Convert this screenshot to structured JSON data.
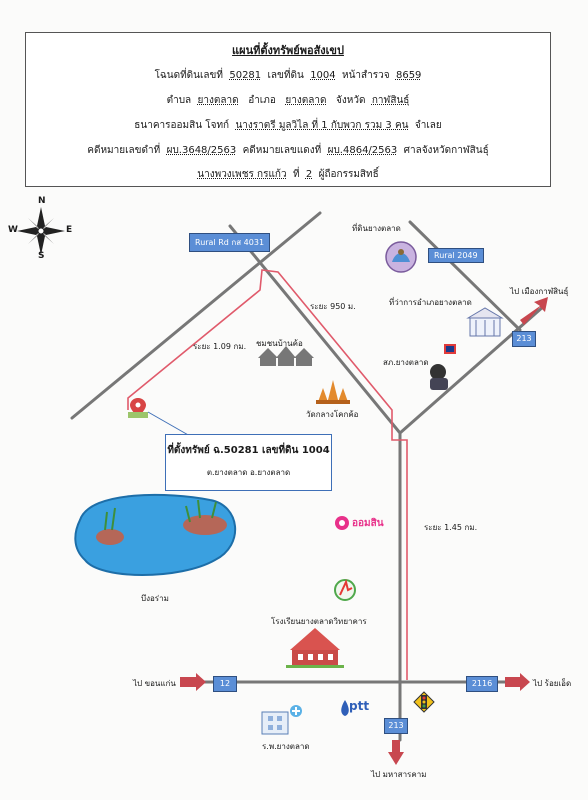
{
  "header": {
    "title": "แผนที่ตั้งทรัพย์พอสังเขป",
    "line1": {
      "a": "โฉนดที่ดินเลขที่",
      "deed_no": "50281",
      "b": "เลขที่ดิน",
      "land_no": "1004",
      "c": "หน้าสำรวจ",
      "survey_page": "8659"
    },
    "line2": {
      "a": "ตำบล",
      "subdistrict": "ยางตลาด",
      "b": "อำเภอ",
      "district": "ยางตลาด",
      "c": "จังหวัด",
      "province": "กาฬสินธุ์"
    },
    "line3": {
      "a": "ธนาคารออมสิน  โจทก์",
      "defendant": "นางราตรี มูลวิไล ที่ 1 กับพวก รวม 3 คน",
      "b": "จำเลย"
    },
    "line4": {
      "a": "คดีหมายเลขดำที่",
      "black_case": "ผบ.3648/2563",
      "b": "คดีหมายเลขแดงที่",
      "red_case": "ผบ.4864/2563",
      "c": "ศาลจังหวัดกาฬสินธุ์"
    },
    "line5": {
      "owner": "นางพวงเพชร กรแก้ว",
      "a": "ที่",
      "owner_no": "2",
      "b": "ผู้ถือกรรมสิทธิ์"
    }
  },
  "compass": {
    "n": "N",
    "s": "S",
    "e": "E",
    "w": "W"
  },
  "roads": {
    "rural_4031": "Rural Rd กส 4031",
    "rural_2049": "Rural 2049",
    "r213_top": "213",
    "r213_bottom": "213",
    "r12": "12",
    "r2116": "2116"
  },
  "distances": {
    "d1": "ระยะ 1.09 กม.",
    "d2": "ระยะ 950 ม.",
    "d3": "ระยะ 1.45 กม."
  },
  "places": {
    "land_office": "ที่ดินยางตลาด",
    "district_office": "ที่ว่าการอำเภอยางตลาด",
    "police": "สภ.ยางตลาด",
    "community": "ชมชนบ้านค้อ",
    "temple": "วัดกลางโคกค้อ",
    "pond": "บึงอร่าม",
    "gsb": "ออมสิน",
    "school": "โรงเรียนยางตลาดวิทยาคาร",
    "hospital": "ร.พ.ยางตลาด",
    "ptt": "ptt"
  },
  "directions": {
    "kalasin": "ไป เมืองกาฬสินธุ์",
    "khonkaen": "ไป ขอนแก่น",
    "roiet": "ไป ร้อยเอ็ด",
    "mahasarakham": "ไป มหาสารคาม"
  },
  "property": {
    "line1": "ที่ตั้งทรัพย์ ฉ.50281   เลขที่ดิน 1004",
    "line2": "ต.ยางตลาด อ.ยางตลาด"
  },
  "colors": {
    "road": "#777777",
    "route": "#e05a6b",
    "road_sign": "#5b8ed6",
    "arrow": "#c8474f"
  }
}
